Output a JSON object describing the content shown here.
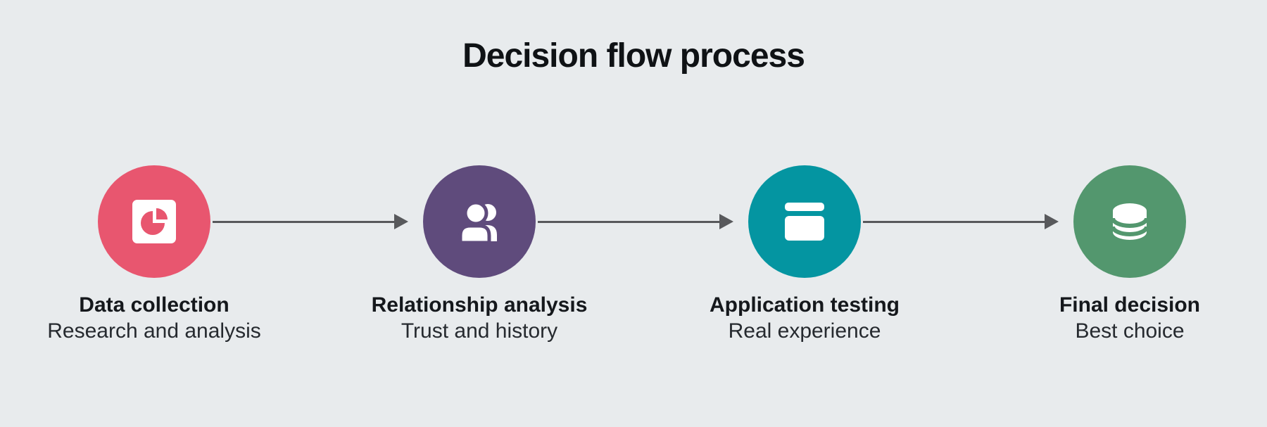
{
  "title": "Decision flow process",
  "colors": {
    "background": "#e8ebed",
    "title": "#0f1215",
    "step_label": "#15181c",
    "step_description": "#262a2f",
    "arrow": "#58595c",
    "icon_foreground": "#ffffff"
  },
  "steps": [
    {
      "label": "Data collection",
      "description": "Research and analysis",
      "color": "#e8566f",
      "icon": "pie-chart-icon"
    },
    {
      "label": "Relationship analysis",
      "description": "Trust and history",
      "color": "#5f4b7c",
      "icon": "people-icon"
    },
    {
      "label": "Application testing",
      "description": "Real experience",
      "color": "#0495a1",
      "icon": "card-icon"
    },
    {
      "label": "Final decision",
      "description": "Best choice",
      "color": "#53976e",
      "icon": "database-icon"
    }
  ]
}
